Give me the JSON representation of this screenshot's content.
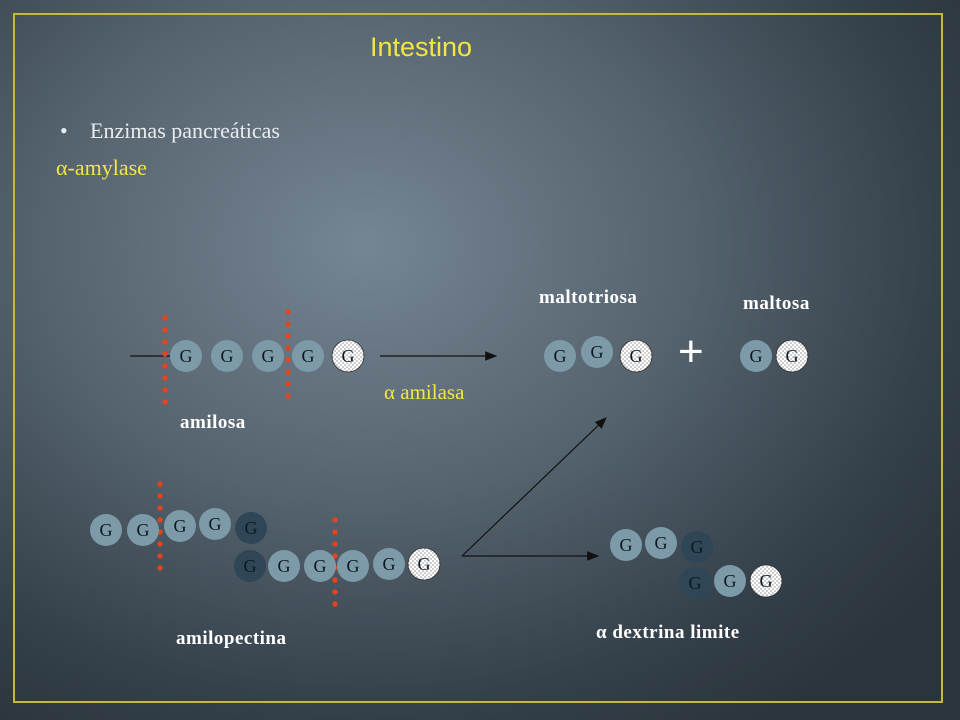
{
  "title": "Intestino",
  "bullet": "Enzimas pancreáticas",
  "enzyme": "α-amylase",
  "enzyme_label": "α  amilasa",
  "plus": "+",
  "glucose": "G",
  "labels": {
    "amilosa": "amilosa",
    "amilopectina": "amilopectina",
    "maltotriosa": "maltotriosa",
    "maltosa": "maltosa",
    "dextrina": "α  dextrina limite"
  },
  "colors": {
    "title": "#f2e640",
    "glucose_light": "#7d9aa8",
    "glucose_dark": "#2e4656",
    "glucose_reducing": "#ffffff",
    "cut": "#e8431a",
    "frame": "#c8b83a"
  }
}
